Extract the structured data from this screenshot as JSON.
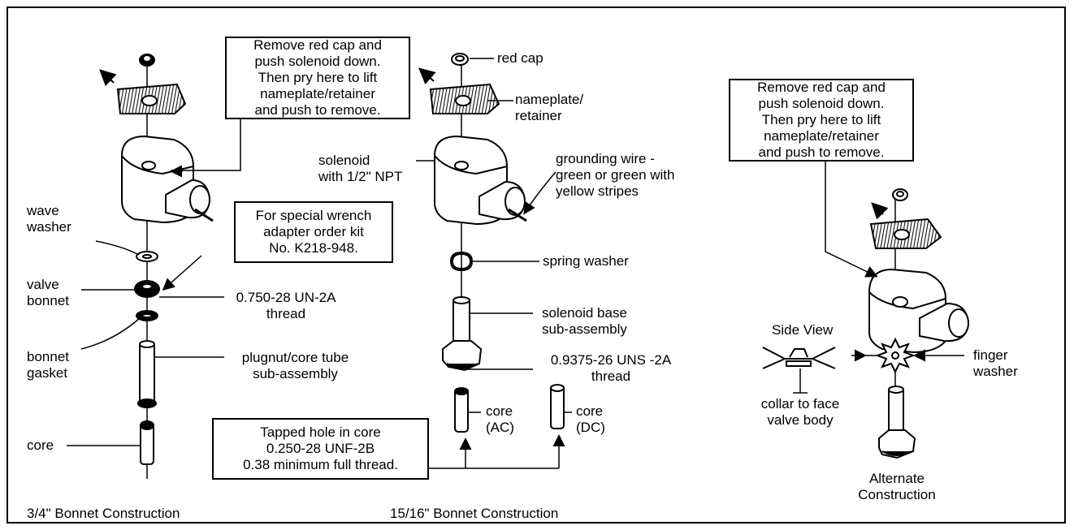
{
  "callouts": {
    "left_pry": "Remove red cap and\npush solenoid down.\nThen pry here to lift\nnameplate/retainer\nand push to remove.",
    "wrench": "For special wrench\nadapter order kit\nNo. K218-948.",
    "tapped_hole": "Tapped hole in core\n0.250-28 UNF-2B\n0.38 minimum full thread.",
    "right_pry": "Remove red cap and\npush solenoid down.\nThen pry here to lift\nnameplate/retainer\nand push to remove."
  },
  "labels": {
    "wave_washer": "wave\nwasher",
    "valve_bonnet": "valve\nbonnet",
    "bonnet_gasket": "bonnet\ngasket",
    "core_left": "core",
    "thread_0750": "0.750-28 UN-2A\nthread",
    "plugnut": "plugnut/core tube\nsub-assembly",
    "red_cap": "red cap",
    "nameplate": "nameplate/\nretainer",
    "solenoid": "solenoid\nwith 1/2\" NPT",
    "grounding": "grounding wire -\ngreen or green with\nyellow stripes",
    "spring_washer": "spring washer",
    "solenoid_base": "solenoid base\nsub-assembly",
    "thread_09375": "0.9375-26 UNS -2A\nthread",
    "core_ac": "core\n(AC)",
    "core_dc": "core\n(DC)",
    "side_view": "Side View",
    "collar": "collar to face\nvalve body",
    "finger_washer": "finger\nwasher"
  },
  "captions": {
    "left": "3/4\" Bonnet Construction",
    "middle": "15/16\" Bonnet Construction",
    "right": "Alternate\nConstruction"
  },
  "colors": {
    "ink": "#000000",
    "paper": "#ffffff",
    "hatch": "#111111"
  }
}
